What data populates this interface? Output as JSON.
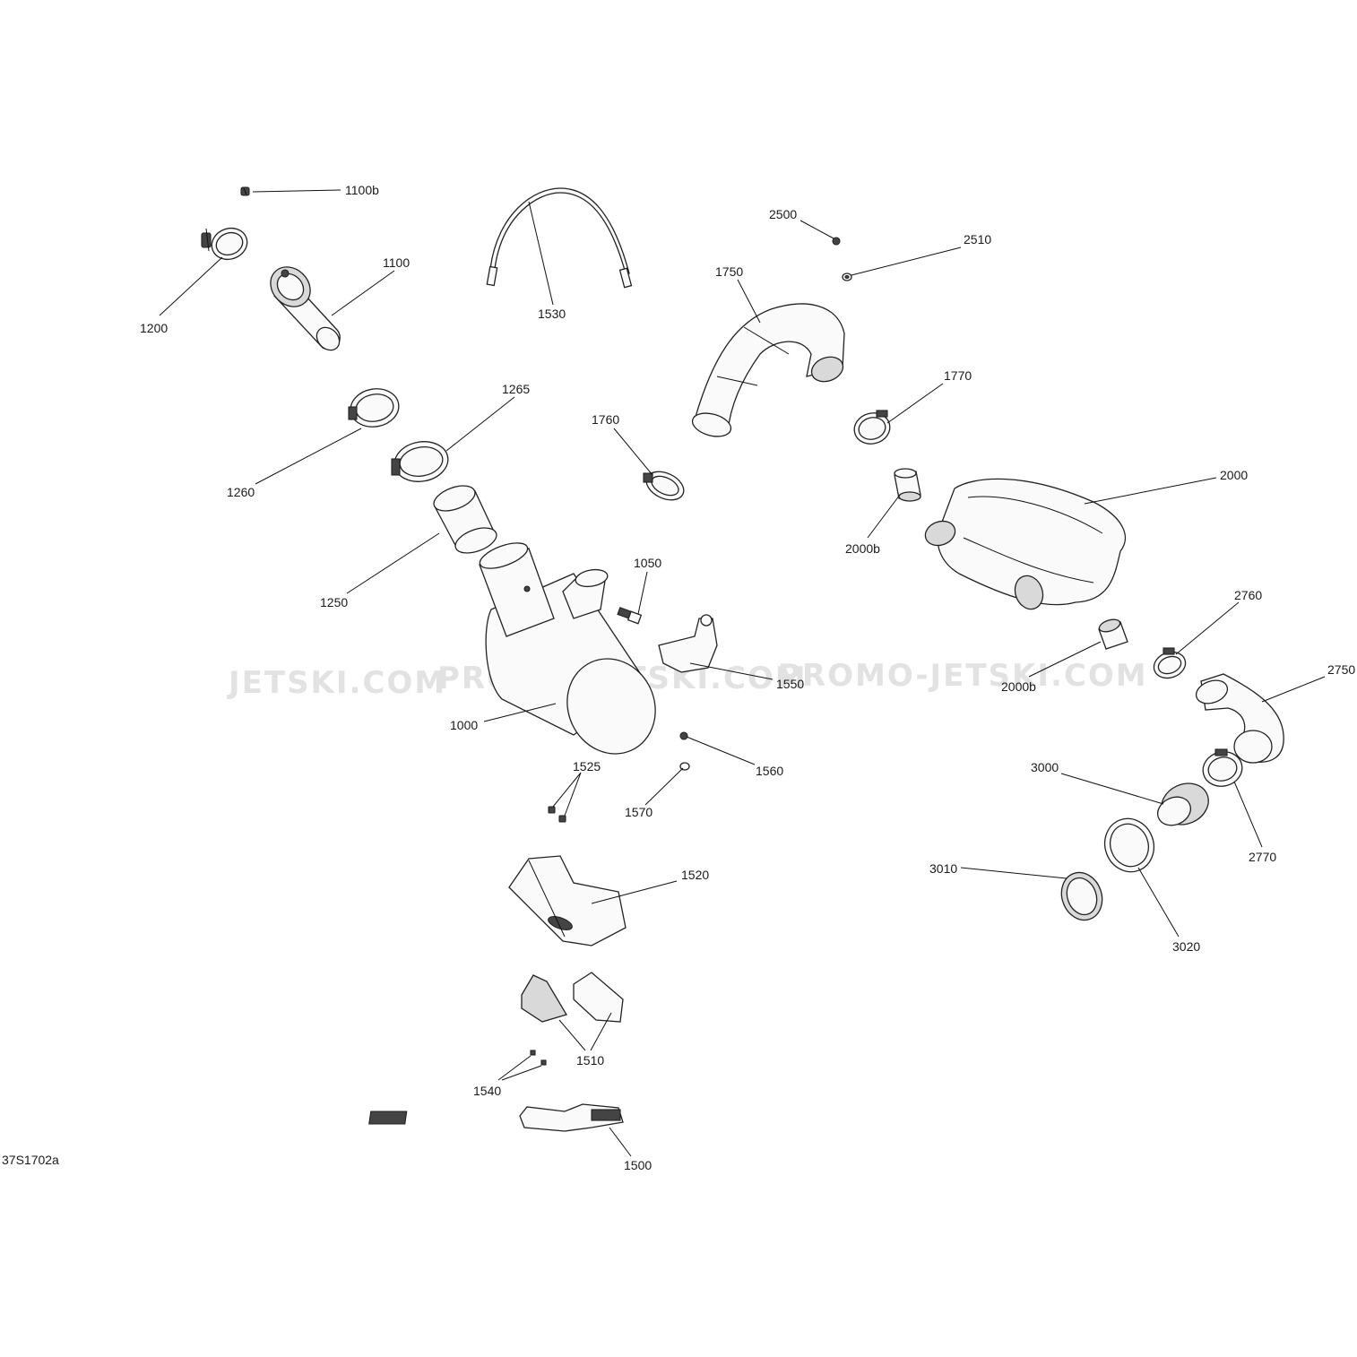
{
  "diagram_code": "37S1702a",
  "watermarks": [
    "JETSKI.COM",
    "PROMO-JETSKI.COM",
    "PROMO-JETSKI.COM"
  ],
  "callouts": {
    "c1100b": "1100b",
    "c1100": "1100",
    "c1200": "1200",
    "c1530": "1530",
    "c2500": "2500",
    "c2510": "2510",
    "c1750": "1750",
    "c1770": "1770",
    "c1265": "1265",
    "c1260": "1260",
    "c1760": "1760",
    "c2000": "2000",
    "c2000b_top": "2000b",
    "c1250": "1250",
    "c1050": "1050",
    "c2760": "2760",
    "c1550": "1550",
    "c2000b_bottom": "2000b",
    "c2750": "2750",
    "c1000": "1000",
    "c1560": "1560",
    "c1525": "1525",
    "c3000": "3000",
    "c1570": "1570",
    "c2770": "2770",
    "c1520": "1520",
    "c3010": "3010",
    "c3020": "3020",
    "c1510": "1510",
    "c1540": "1540",
    "c1500": "1500"
  }
}
